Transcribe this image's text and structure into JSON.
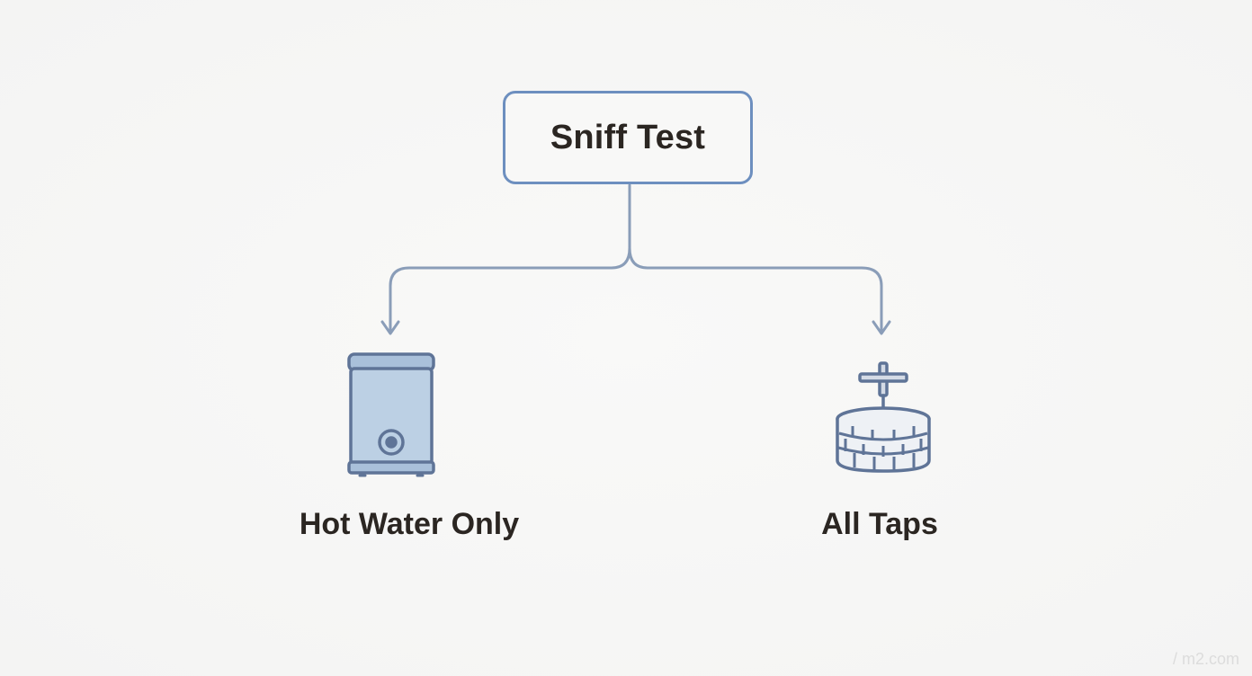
{
  "diagram": {
    "root": {
      "label": "Sniff Test"
    },
    "branches": [
      {
        "label": "Hot Water Only",
        "icon": "water-heater-icon"
      },
      {
        "label": "All Taps",
        "icon": "well-icon"
      }
    ],
    "colors": {
      "stroke": "#6d8fbf",
      "connector": "#8a9db8",
      "icon_stroke": "#5f7497",
      "icon_fill": "#bcd0e4",
      "text": "#2b2622"
    }
  },
  "watermark": "/ m2.com"
}
